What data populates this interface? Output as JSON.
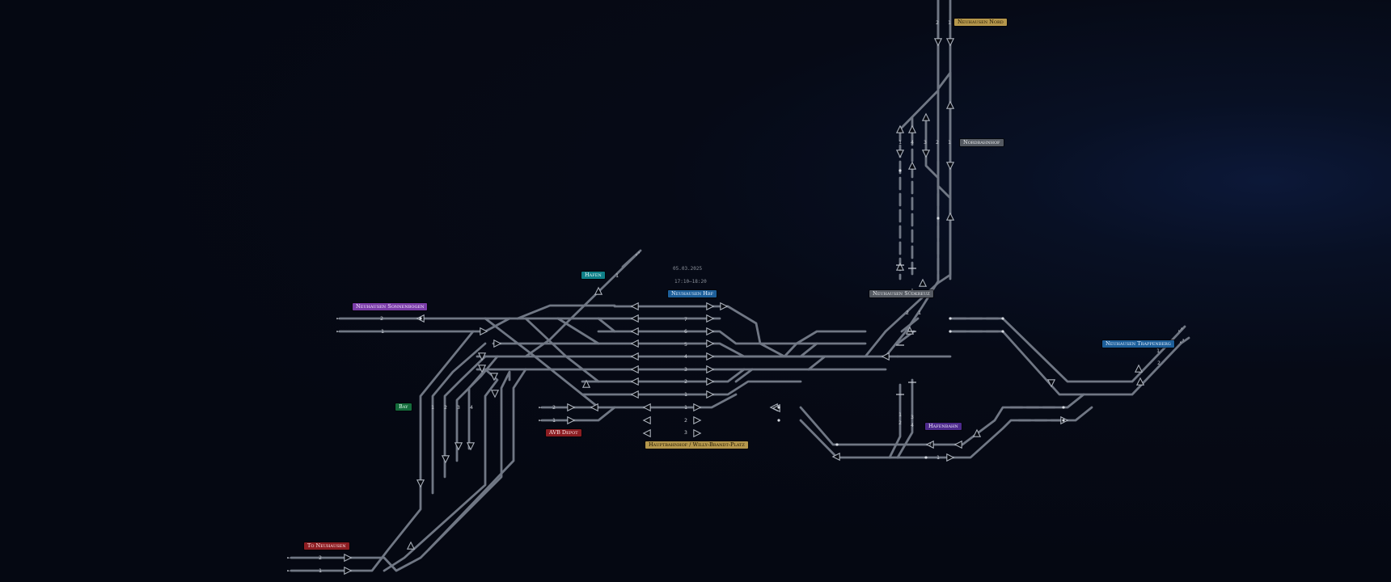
{
  "header": {
    "date": "05.03.2025",
    "time": "17:10–18:20"
  },
  "colors": {
    "background": "#060a14",
    "track": "#707784",
    "purple": "#7a3ca8",
    "blue": "#1d5f9a",
    "teal": "#0f8088",
    "green": "#146b3c",
    "red": "#8c1d22",
    "gold": "#b5974c",
    "gray": "#555a62",
    "violet": "#4d2a8c"
  },
  "stations": [
    {
      "id": "muenchen-stadt",
      "name": "Neuhausen Nord",
      "color": "gold",
      "text": "#1d1400"
    },
    {
      "id": "nordbad",
      "name": "Nordbahnhof",
      "color": "gray",
      "text": "#e7e9ec"
    },
    {
      "id": "hauptbahnhof-nord",
      "name": "Neuhausen Südkreuz",
      "color": "gray",
      "text": "#e7e9ec"
    },
    {
      "id": "harbour",
      "name": "Hafen",
      "color": "teal",
      "text": "#e7f7f7"
    },
    {
      "id": "hauptbahnhof",
      "name": "Neuhausen Hbf",
      "color": "blue",
      "text": "#e6f1ff"
    },
    {
      "id": "messe",
      "name": "Neuhausen Sonnenbogen",
      "color": "purple",
      "text": "#f7eaff"
    },
    {
      "id": "bay",
      "name": "Bay",
      "color": "green",
      "text": "#e6fff0"
    },
    {
      "id": "avb",
      "name": "AVB Depot",
      "color": "red",
      "text": "#ffe9ea"
    },
    {
      "id": "willy-brandt",
      "name": "Hauptbahnhof / Willy-Brandt-Platz",
      "color": "gold",
      "text": "#1d1400"
    },
    {
      "id": "harbour-east",
      "name": "Hafenbahn",
      "color": "violet",
      "text": "#f1eaff"
    },
    {
      "id": "trappenberg",
      "name": "Neuhausen Trappenberg",
      "color": "blue",
      "text": "#e6f1ff"
    },
    {
      "id": "to-neuhausen",
      "name": "To Neuhausen",
      "color": "red",
      "text": "#ffe9ea"
    }
  ],
  "track_labels": [
    {
      "text": "2"
    },
    {
      "text": "1"
    },
    {
      "text": "7"
    },
    {
      "text": "6"
    },
    {
      "text": "5"
    },
    {
      "text": "4"
    },
    {
      "text": "3"
    },
    {
      "text": "2"
    },
    {
      "text": "1"
    },
    {
      "text": "1"
    },
    {
      "text": "2"
    },
    {
      "text": "3"
    },
    {
      "text": "2"
    },
    {
      "text": "1"
    },
    {
      "text": "1"
    },
    {
      "text": "2"
    },
    {
      "text": "3"
    },
    {
      "text": "4"
    },
    {
      "text": "2"
    },
    {
      "text": "1"
    },
    {
      "text": "1"
    },
    {
      "text": "2"
    },
    {
      "text": "3"
    },
    {
      "text": "4"
    },
    {
      "text": "2"
    },
    {
      "text": "1"
    },
    {
      "text": "1"
    },
    {
      "text": "4"
    },
    {
      "text": "3"
    },
    {
      "text": "2"
    },
    {
      "text": "1"
    },
    {
      "text": "2"
    },
    {
      "text": "1"
    },
    {
      "text": "2"
    },
    {
      "text": "1"
    },
    {
      "text": "1"
    },
    {
      "text": "2"
    },
    {
      "text": "1"
    }
  ]
}
